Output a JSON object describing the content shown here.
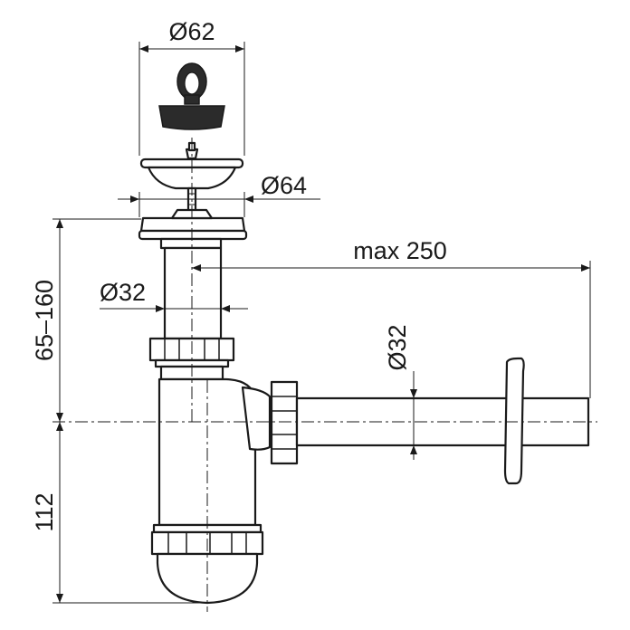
{
  "dimensions": {
    "stopper_diameter": "Ø62",
    "grate_diameter": "Ø64",
    "tube_diameter": "Ø32",
    "outlet_diameter": "Ø32",
    "outlet_length": "max 250",
    "height_range": "65–160",
    "trap_height": "112"
  },
  "colors": {
    "line": "#1a1a1a",
    "rubber": "#2b2b2b",
    "background": "#ffffff"
  }
}
